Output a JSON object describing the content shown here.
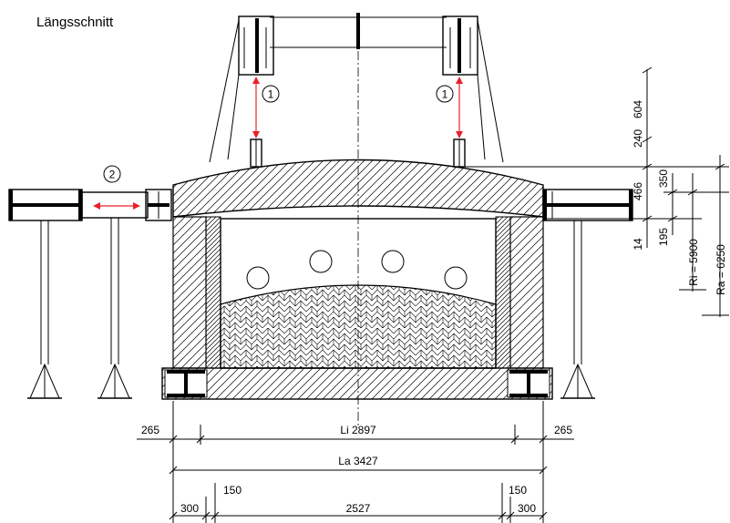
{
  "title": "Längsschnitt",
  "markers": {
    "left_lift": "1",
    "right_lift": "1",
    "push": "2"
  },
  "dimensions": {
    "vertical": {
      "d604": "604",
      "d240": "240",
      "d466": "466",
      "d350": "350",
      "d14": "14",
      "d195": "195",
      "ri": "Ri = 5900",
      "ra": "Ra = 6250"
    },
    "horizontal": {
      "row1_left": "265",
      "row1_mid": "Li 2897",
      "row1_right": "265",
      "row2": "La 3427",
      "row3_150_left": "150",
      "row3_150_right": "150",
      "row4_300_left": "300",
      "row4_mid": "2527",
      "row4_300_right": "300"
    }
  },
  "colors": {
    "line": "#000000",
    "arrow": "#e8202a",
    "background": "#ffffff"
  }
}
